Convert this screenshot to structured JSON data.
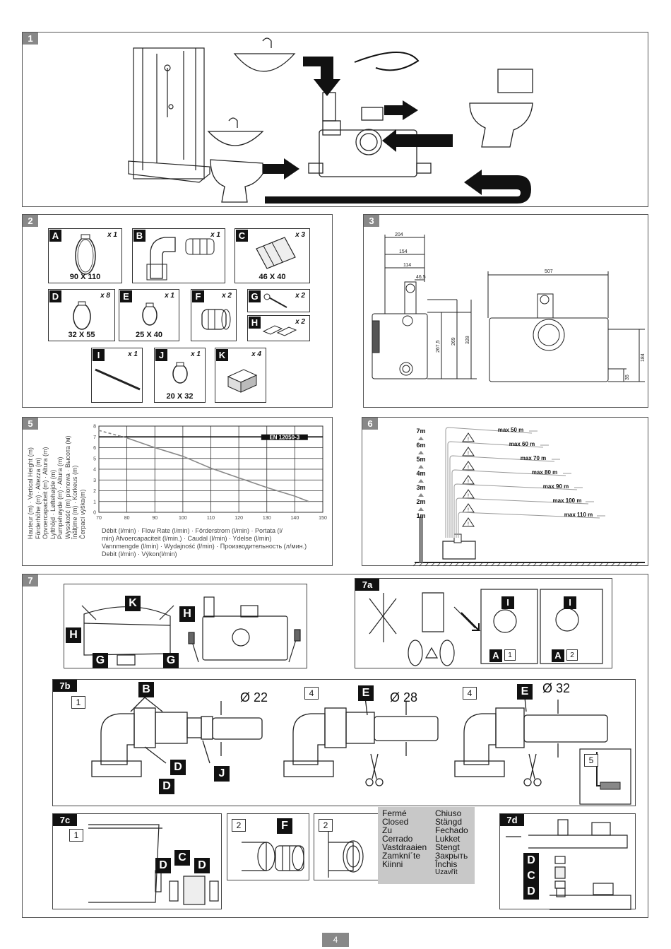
{
  "sections": {
    "s1": "1",
    "s2": "2",
    "s3": "3",
    "s5": "5",
    "s6": "6",
    "s7": "7",
    "s7a": "7a",
    "s7b": "7b",
    "s7c": "7c",
    "s7d": "7d"
  },
  "parts": [
    {
      "letter": "A",
      "qty": "x 1",
      "dim": "90 X 110"
    },
    {
      "letter": "B",
      "qty": "x 1",
      "dim": ""
    },
    {
      "letter": "C",
      "qty": "x 3",
      "dim": "46 X 40"
    },
    {
      "letter": "D",
      "qty": "x 8",
      "dim": "32 X 55"
    },
    {
      "letter": "E",
      "qty": "x 1",
      "dim": "25 X 40"
    },
    {
      "letter": "F",
      "qty": "x 2",
      "dim": ""
    },
    {
      "letter": "G",
      "qty": "x 2",
      "dim": ""
    },
    {
      "letter": "H",
      "qty": "x 2",
      "dim": ""
    },
    {
      "letter": "I",
      "qty": "x 1",
      "dim": ""
    },
    {
      "letter": "J",
      "qty": "x 1",
      "dim": "20 X 32"
    },
    {
      "letter": "K",
      "qty": "x 4",
      "dim": ""
    }
  ],
  "dimensions": {
    "d204": "204",
    "d154": "154",
    "d114": "114",
    "d465": "46,5",
    "d2675": "267,5",
    "d269": "269",
    "d328": "328",
    "d507": "507",
    "d184": "184",
    "d35": "35"
  },
  "chart_data": {
    "type": "line",
    "x": [
      70,
      80,
      90,
      100,
      110,
      120,
      130,
      140,
      145
    ],
    "series": [
      {
        "name": "",
        "values": [
          7.6,
          6.9,
          6.0,
          5.2,
          4.1,
          3.2,
          2.3,
          1.5,
          1.0
        ]
      }
    ],
    "reference_line": {
      "label": "EN 12050-3",
      "y": 7
    },
    "xlim": [
      70,
      150
    ],
    "ylim": [
      0,
      8
    ],
    "xticks": [
      "70",
      "80",
      "90",
      "100",
      "110",
      "120",
      "130",
      "140",
      "150"
    ],
    "yticks": [
      "0",
      "1",
      "2",
      "3",
      "4",
      "5",
      "6",
      "7",
      "8"
    ],
    "ylabel_lines": [
      "Hauteur (m) · Vertical Height (m)",
      "Förderhöhe (m) · Altezza (m)",
      "Opvoercapaciteit (m) · Altura (m)",
      "Lyfthöjd · Løftehøjde (m)",
      "Pumpehøyde (m) · Altura (m)",
      "Wysokość (m) pionowa · Высота (м)",
      "Înălțime (m) · Korkeus (m)",
      "Čerpací výška(m)"
    ],
    "xlabel_lines": [
      "Débit (l/min) · Flow Rate (l/min) · Förderstrom (l/min) · Portata (l/",
      "min) Afvoercapaciteit (l/min.) · Caudal (l/min) · Ydelse (l/min)",
      "Vannmengde (l/min) · Wydajność (l/min) · Производительность (л/мин.)",
      "Debit (l/min) · Výkon(l/min)"
    ],
    "grid": true
  },
  "heights": {
    "levels": [
      "7m",
      "6m",
      "5m",
      "4m",
      "3m",
      "2m",
      "1m"
    ],
    "maxlengths": [
      "max 50 m",
      "max 60 m",
      "max 70 m",
      "max 80 m",
      "max 90 m",
      "max 100 m",
      "max 110 m"
    ]
  },
  "labels_7": {
    "K": "K",
    "H": "H",
    "G": "G"
  },
  "labels_7a": {
    "I": "I",
    "A": "A",
    "n1": "1",
    "n2": "2"
  },
  "labels_7b": {
    "B": "B",
    "D": "D",
    "J": "J",
    "E": "E",
    "dia22": "Ø 22",
    "dia28": "Ø 28",
    "dia32": "Ø 32",
    "n1": "1",
    "n4": "4",
    "n5": "5"
  },
  "labels_7c": {
    "D": "D",
    "C": "C",
    "F": "F",
    "n1": "1",
    "n2": "2"
  },
  "closed_words": {
    "col1": [
      "Fermé",
      "Closed",
      "Zu",
      "Cerrado",
      "Vastdraaien",
      "Zamkní´te",
      "Kiinni"
    ],
    "col2": [
      "Chiuso",
      "Stängd",
      "Fechado",
      "Lukket",
      "Stengt",
      "Закрыть",
      "Închis",
      "Uzavřít"
    ]
  },
  "page_number": "4"
}
